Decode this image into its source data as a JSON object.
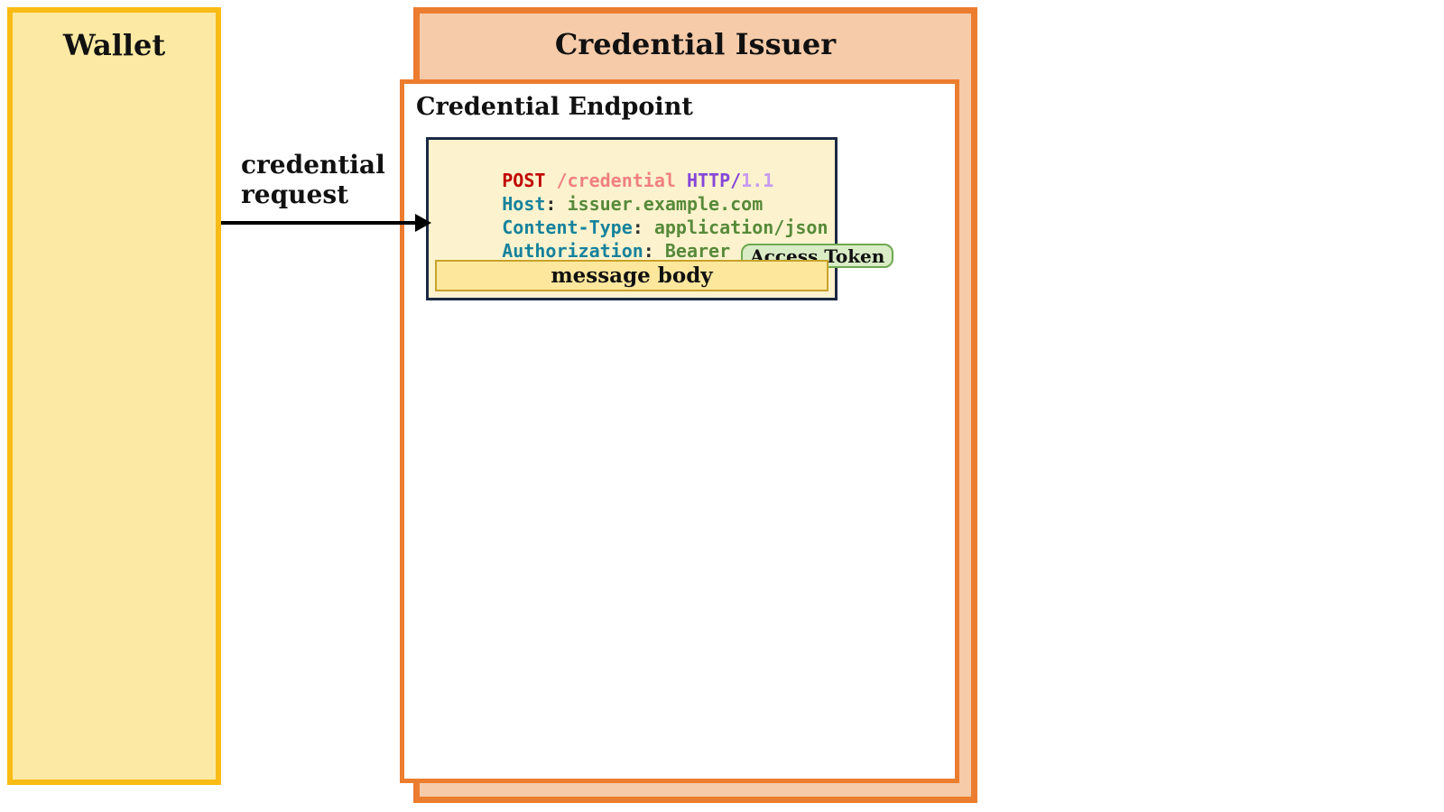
{
  "diagram": {
    "wallet": {
      "title": "Wallet"
    },
    "issuer": {
      "title": "Credential Issuer"
    },
    "endpoint": {
      "title": "Credential Endpoint"
    },
    "arrow": {
      "label_line1": "credential",
      "label_line2": "request"
    },
    "http_request": {
      "line1": {
        "method": "POST",
        "path": " /credential",
        "protocol": " HTTP/",
        "version": "1.1"
      },
      "line2": {
        "name": "Host",
        "separator": ": ",
        "value": "issuer.example.com"
      },
      "line3": {
        "name": "Content-Type",
        "separator": ": ",
        "value": "application/json"
      },
      "line4": {
        "name": "Authorization",
        "separator": ": ",
        "scheme": "Bearer ",
        "token_label": "Access Token"
      },
      "body_label": "message body"
    },
    "colors": {
      "wallet_border": "#F9BB16",
      "wallet_fill": "#FCE9A3",
      "issuer_border": "#EC7D2F",
      "issuer_fill": "#F5CBA9",
      "endpoint_fill": "#FFFFFF",
      "code_bg": "#FCF3CE",
      "code_border": "#1B2944",
      "method_color": "#C00000",
      "path_color": "#F08080",
      "protocol_color": "#8646D8",
      "version_color": "#C79AF2",
      "header_name_color": "#16829C",
      "header_value_color": "#578A3A",
      "token_fill": "#D9ECC5",
      "token_border": "#70A850",
      "body_fill": "#FCE79D",
      "body_border": "#C9A22B",
      "arrow_color": "#000000"
    }
  }
}
